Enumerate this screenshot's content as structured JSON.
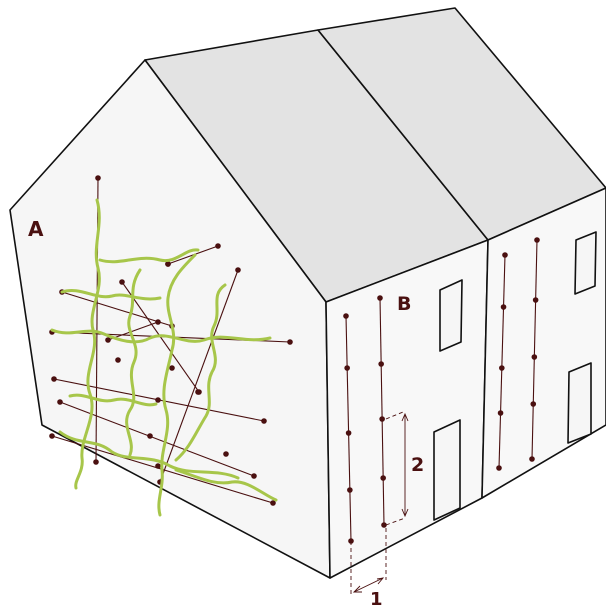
{
  "labels": {
    "facade_a": "A",
    "facade_b": "B",
    "dimension_1": "1",
    "dimension_2": "2"
  },
  "colors": {
    "roof": "#e3e3e3",
    "wall": "#f6f6f6",
    "outline": "#111111",
    "wire": "#4a1010",
    "vine": "#a7c64a"
  }
}
